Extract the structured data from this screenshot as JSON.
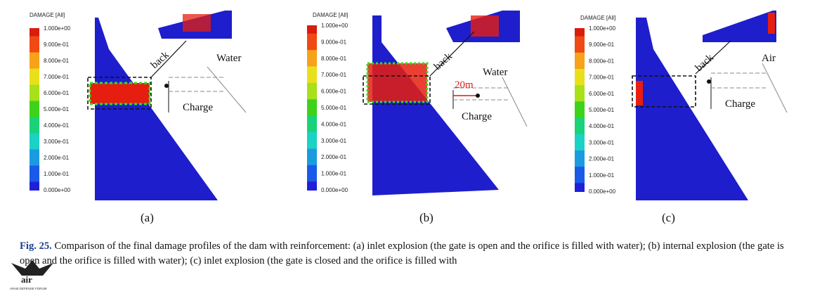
{
  "colorbar": {
    "title": "DAMAGE [All]",
    "ticks": [
      "1.000e+00",
      "9.000e-01",
      "8.000e-01",
      "7.000e-01",
      "6.000e-01",
      "5.000e-01",
      "4.000e-01",
      "3.000e-01",
      "2.000e-01",
      "1.000e-01",
      "0.000e+00"
    ],
    "colors": [
      "#d91c0f",
      "#f04a14",
      "#f7a21a",
      "#e8e01a",
      "#a8e01a",
      "#3fd21a",
      "#1ad27a",
      "#1ad2c6",
      "#1a9be0",
      "#1a5ae8",
      "#2020d8"
    ]
  },
  "colors": {
    "dam": "#1e1ecc",
    "damage_red": "#e61e0f",
    "damage_green": "#2fe01a",
    "fig_label": "#1f3f8f"
  },
  "panels": [
    {
      "label": "(a)",
      "back_label": "back",
      "medium_label": "Water",
      "charge_label": "Charge"
    },
    {
      "label": "(b)",
      "back_label": "back",
      "medium_label": "Water",
      "charge_label": "Charge",
      "depth_label": "20m"
    },
    {
      "label": "(c)",
      "back_label": "back",
      "medium_label": "Air",
      "charge_label": "Charge"
    }
  ],
  "caption": {
    "fig_no": "Fig. 25.",
    "text": " Comparison of the final damage profiles of the dam with reinforcement: (a) inlet explosion (the gate is open and the orifice is filled with water); (b) internal explosion (the gate is open and the orifice is filled with water); (c) inlet explosion (the gate is closed and the orifice is filled with"
  },
  "logo": {
    "text": "ARAB DEFENSE FORUM"
  }
}
